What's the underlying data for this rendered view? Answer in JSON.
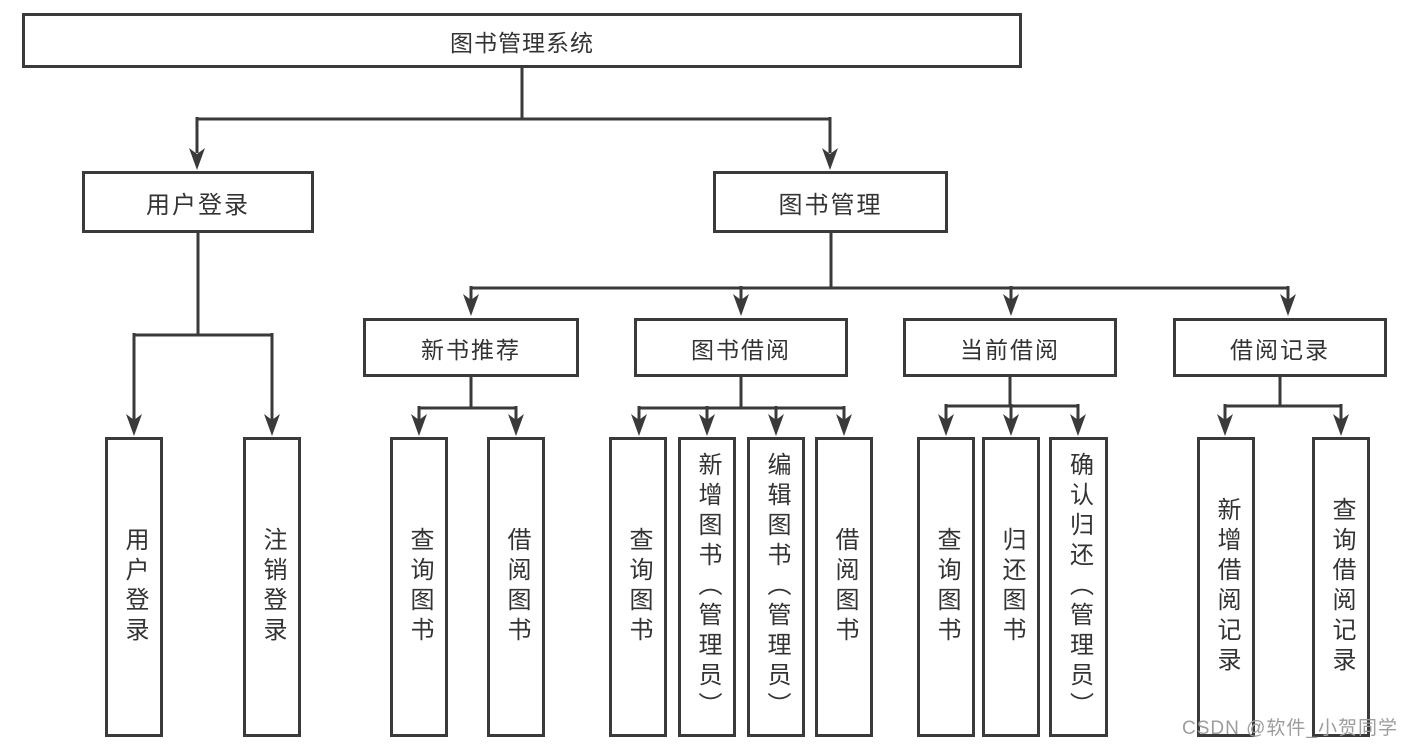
{
  "diagram": {
    "root": {
      "label": "图书管理系统"
    },
    "user_branch": {
      "label": "用户登录",
      "children": [
        {
          "label": "用户登录"
        },
        {
          "label": "注销登录"
        }
      ]
    },
    "book_branch": {
      "label": "图书管理",
      "modules": [
        {
          "label": "新书推荐",
          "children": [
            {
              "label": "查询图书"
            },
            {
              "label": "借阅图书"
            }
          ]
        },
        {
          "label": "图书借阅",
          "children": [
            {
              "label": "查询图书"
            },
            {
              "label": "新增图书（管理员）"
            },
            {
              "label": "编辑图书（管理员）"
            },
            {
              "label": "借阅图书"
            }
          ]
        },
        {
          "label": "当前借阅",
          "children": [
            {
              "label": "查询图书"
            },
            {
              "label": "归还图书"
            },
            {
              "label": "确认归还（管理员）"
            }
          ]
        },
        {
          "label": "借阅记录",
          "children": [
            {
              "label": "新增借阅记录"
            },
            {
              "label": "查询借阅记录"
            }
          ]
        }
      ]
    }
  },
  "watermark": {
    "label": "CSDN @软件_小贺同学"
  },
  "colors": {
    "line": "#3a3a3a",
    "text": "#333333",
    "watermark": "#9d9d9d",
    "background": "#ffffff"
  }
}
